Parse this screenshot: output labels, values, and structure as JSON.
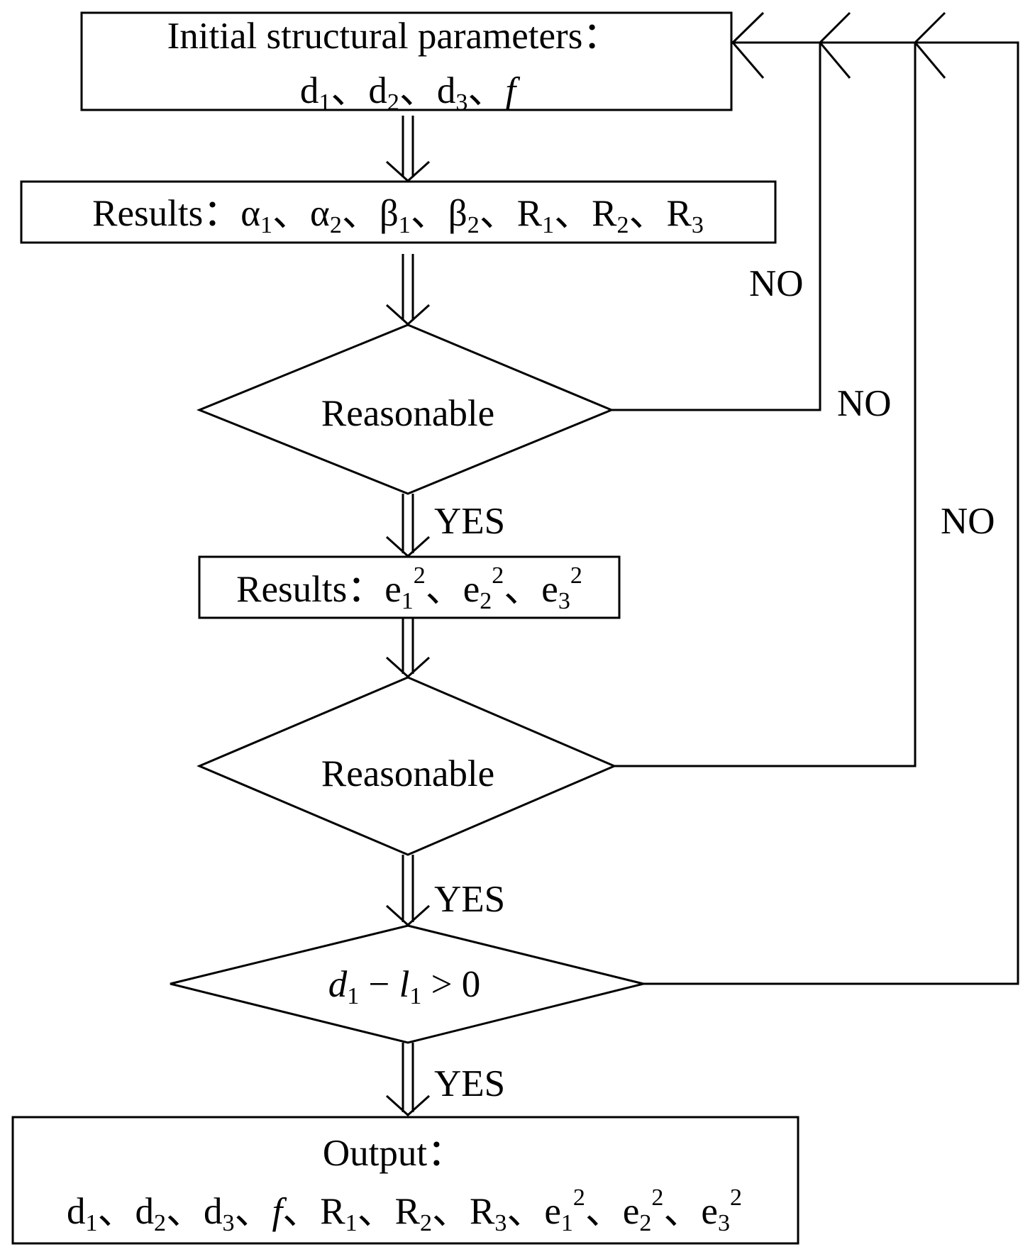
{
  "flowchart": {
    "initial_box": {
      "title": "Initial structural parameters：",
      "line2": [
        {
          "base": "d",
          "sub": "1",
          "sep": "、"
        },
        {
          "base": "d",
          "sub": "2",
          "sep": "、"
        },
        {
          "base": "d",
          "sub": "3",
          "sep": "、"
        },
        {
          "base": "f",
          "italic": true
        }
      ]
    },
    "results_box_1": {
      "prefix": "Results：",
      "items": [
        {
          "base": "α",
          "sub": "1",
          "sep": "、"
        },
        {
          "base": "α",
          "sub": "2",
          "sep": "、"
        },
        {
          "base": "β",
          "sub": "1",
          "sep": "、"
        },
        {
          "base": "β",
          "sub": "2",
          "sep": "、"
        },
        {
          "base": "R",
          "sub": "1",
          "sep": "、"
        },
        {
          "base": "R",
          "sub": "2",
          "sep": "、"
        },
        {
          "base": "R",
          "sub": "3"
        }
      ]
    },
    "decision_1": {
      "label": "Reasonable"
    },
    "results_box_2": {
      "prefix": "Results：",
      "items": [
        {
          "base": "e",
          "sub": "1",
          "sup": "2",
          "sep": "、"
        },
        {
          "base": "e",
          "sub": "2",
          "sup": "2",
          "sep": "、"
        },
        {
          "base": "e",
          "sub": "3",
          "sup": "2"
        }
      ]
    },
    "decision_2": {
      "label": "Reasonable"
    },
    "decision_3": {
      "condition": {
        "a": "d",
        "a_sub": "1",
        "op": "−",
        "b": "l",
        "b_sub": "1",
        "rel": "> 0"
      }
    },
    "output_box": {
      "title": "Output：",
      "items": [
        {
          "base": "d",
          "sub": "1",
          "sep": "、"
        },
        {
          "base": "d",
          "sub": "2",
          "sep": "、"
        },
        {
          "base": "d",
          "sub": "3",
          "sep": "、"
        },
        {
          "base": "f",
          "italic": true,
          "sep": "、"
        },
        {
          "base": "R",
          "sub": "1",
          "sep": "、"
        },
        {
          "base": "R",
          "sub": "2",
          "sep": "、"
        },
        {
          "base": "R",
          "sub": "3",
          "sep": "、"
        },
        {
          "base": "e",
          "sub": "1",
          "sup": "2",
          "sep": "、"
        },
        {
          "base": "e",
          "sub": "2",
          "sup": "2",
          "sep": "、"
        },
        {
          "base": "e",
          "sub": "3",
          "sup": "2"
        }
      ]
    },
    "edge_labels": {
      "yes": "YES",
      "no": "NO"
    }
  }
}
